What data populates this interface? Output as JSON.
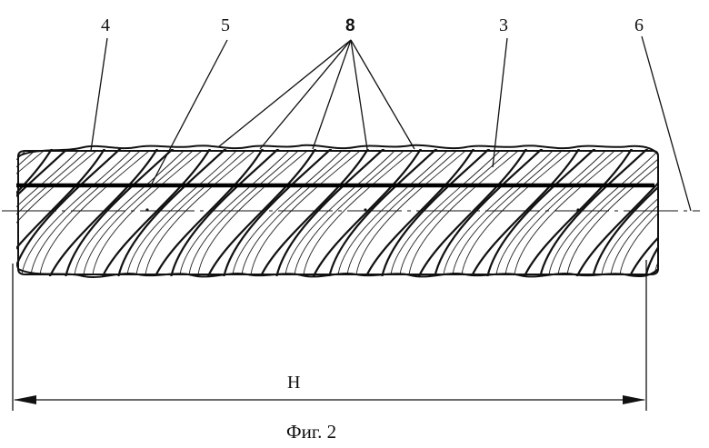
{
  "labels": {
    "l4": "4",
    "l5": "5",
    "l8": "8",
    "l3": "3",
    "l6": "6",
    "dimension": "H"
  },
  "caption": "Фиг. 2"
}
